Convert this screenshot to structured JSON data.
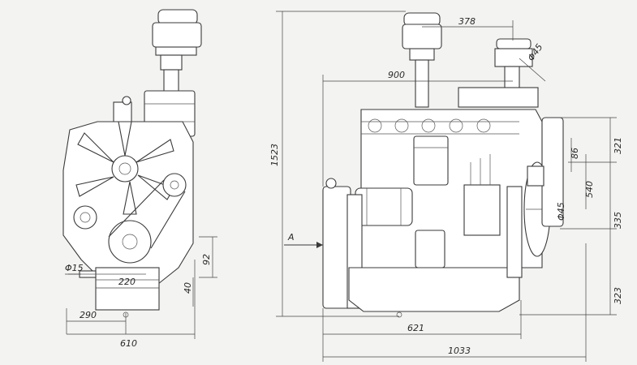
{
  "dimensions": {
    "front_width": "610",
    "front_offset": "290",
    "shaft_dia": "Φ15",
    "shaft_len": "220",
    "v_92": "92",
    "v_40": "40",
    "height_total": "1523",
    "top_378": "378",
    "top_900": "900",
    "dia_45_top": "Φ45",
    "r_321": "321",
    "r_86": "86",
    "r_540": "540",
    "dia_45_side": "Φ45",
    "r_335": "335",
    "r_323": "323",
    "bottom_621": "621",
    "bottom_1033": "1033",
    "view_label": "A"
  }
}
